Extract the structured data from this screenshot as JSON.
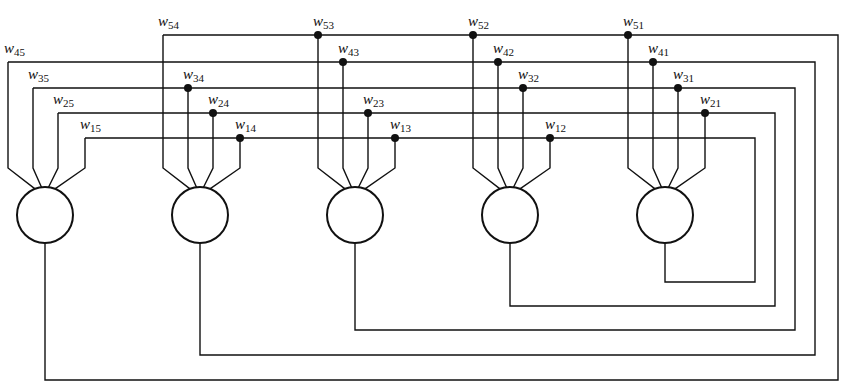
{
  "diagram": {
    "labels": [
      "w45",
      "w35",
      "w25",
      "w15",
      "w54",
      "w34",
      "w24",
      "w14",
      "w53",
      "w43",
      "w23",
      "w13",
      "w52",
      "w42",
      "w32",
      "w12",
      "w51",
      "w41",
      "w31",
      "w21"
    ]
  }
}
